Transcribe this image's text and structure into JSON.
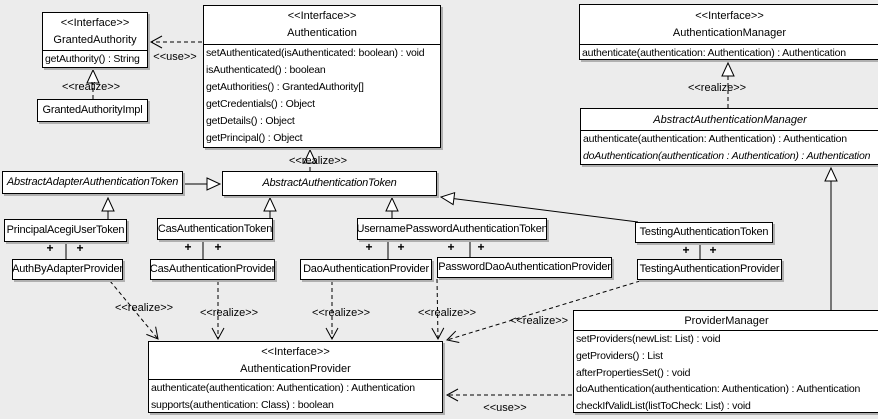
{
  "labels": {
    "use": "<<use>>",
    "realize": "<<realize>>",
    "plus": "+"
  },
  "colors": {
    "background": "#ececec",
    "box_fill": "#ffffff",
    "line": "#000000",
    "shadow": "#b0b0b0"
  },
  "classes": {
    "granted_authority": {
      "stereotype": "<<Interface>>",
      "name": "GrantedAuthority",
      "methods": [
        "getAuthority() : String"
      ]
    },
    "granted_authority_impl": {
      "name": "GrantedAuthorityImpl"
    },
    "authentication": {
      "stereotype": "<<Interface>>",
      "name": "Authentication",
      "methods": [
        "setAuthenticated(isAuthenticated: boolean) : void",
        "isAuthenticated() : boolean",
        "getAuthorities() : GrantedAuthority[]",
        "getCredentials() : Object",
        "getDetails() : Object",
        "getPrincipal() : Object"
      ]
    },
    "authentication_manager": {
      "stereotype": "<<Interface>>",
      "name": "AuthenticationManager",
      "methods": [
        "authenticate(authentication: Authentication) : Authentication"
      ]
    },
    "abstract_authentication_manager": {
      "name": "AbstractAuthenticationManager",
      "methods": [
        "authenticate(authentication: Authentication) : Authentication",
        "doAuthentication(authentication : Authentication) : Authentication"
      ]
    },
    "abstract_adapter_authentication_token": {
      "name": "AbstractAdapterAuthenticationToken"
    },
    "abstract_authentication_token": {
      "name": "AbstractAuthenticationToken"
    },
    "principal_acegi_user_token": {
      "name": "PrincipalAcegiUserToken"
    },
    "cas_authentication_token": {
      "name": "CasAuthenticationToken"
    },
    "username_password_authentication_token": {
      "name": "UsernamePasswordAuthenticationToken"
    },
    "testing_authentication_token": {
      "name": "TestingAuthenticationToken"
    },
    "auth_by_adapter_provider": {
      "name": "AuthByAdapterProvider"
    },
    "cas_authentication_provider": {
      "name": "CasAuthenticationProvider"
    },
    "dao_authentication_provider": {
      "name": "DaoAuthenticationProvider"
    },
    "password_dao_authentication_provider": {
      "name": "PasswordDaoAuthenticationProvider"
    },
    "testing_authentication_provider": {
      "name": "TestingAuthenticationProvider"
    },
    "authentication_provider": {
      "stereotype": "<<Interface>>",
      "name": "AuthenticationProvider",
      "methods": [
        "authenticate(authentication: Authentication) : Authentication",
        "supports(authentication: Class) : boolean"
      ]
    },
    "provider_manager": {
      "name": "ProviderManager",
      "methods": [
        "setProviders(newList: List) : void",
        "getProviders() : List",
        "afterPropertiesSet() : void",
        "doAuthentication(authentication: Authentication) : Authentication",
        "checkIfValidList(listToCheck: List) : void"
      ]
    }
  }
}
